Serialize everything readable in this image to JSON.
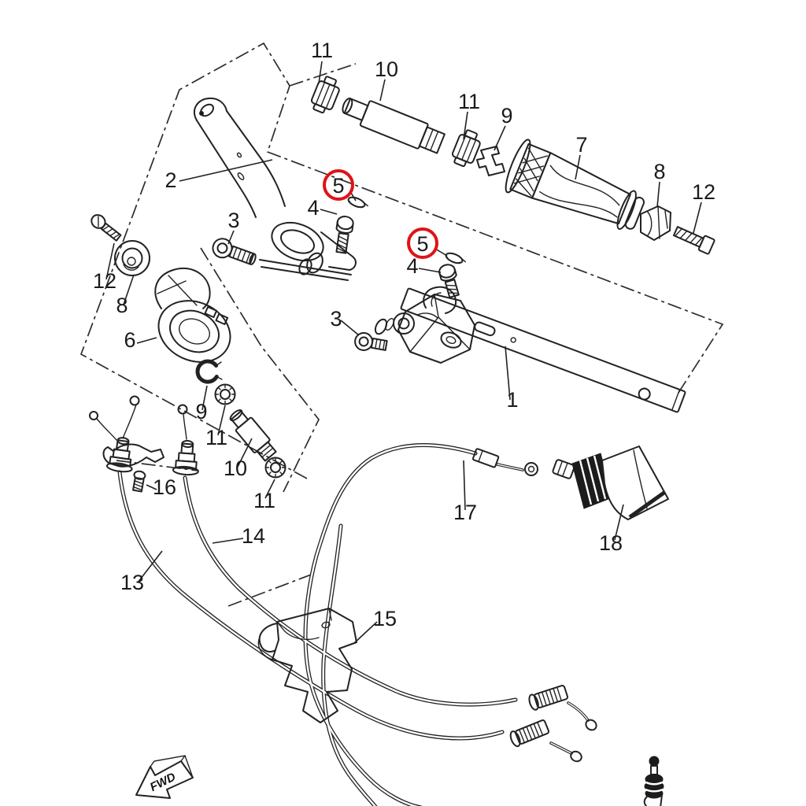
{
  "diagram": {
    "background": "#ffffff",
    "line_color": "#222222",
    "highlight_color": "#e01217",
    "fwd_arrow": {
      "label": "FWD"
    },
    "callouts": [
      {
        "text": "11",
        "circled": false
      },
      {
        "text": "10",
        "circled": false
      },
      {
        "text": "11",
        "circled": false
      },
      {
        "text": "9",
        "circled": false
      },
      {
        "text": "7",
        "circled": false
      },
      {
        "text": "8",
        "circled": false
      },
      {
        "text": "12",
        "circled": false
      },
      {
        "text": "2",
        "circled": false
      },
      {
        "text": "5",
        "circled": true
      },
      {
        "text": "4",
        "circled": false
      },
      {
        "text": "3",
        "circled": false
      },
      {
        "text": "12",
        "circled": false
      },
      {
        "text": "8",
        "circled": false
      },
      {
        "text": "6",
        "circled": false
      },
      {
        "text": "5",
        "circled": true
      },
      {
        "text": "4",
        "circled": false
      },
      {
        "text": "3",
        "circled": false
      },
      {
        "text": "1",
        "circled": false
      },
      {
        "text": "9",
        "circled": false
      },
      {
        "text": "11",
        "circled": false
      },
      {
        "text": "10",
        "circled": false
      },
      {
        "text": "11",
        "circled": false
      },
      {
        "text": "16",
        "circled": false
      },
      {
        "text": "14",
        "circled": false
      },
      {
        "text": "13",
        "circled": false
      },
      {
        "text": "17",
        "circled": false
      },
      {
        "text": "18",
        "circled": false
      },
      {
        "text": "15",
        "circled": false
      }
    ]
  }
}
